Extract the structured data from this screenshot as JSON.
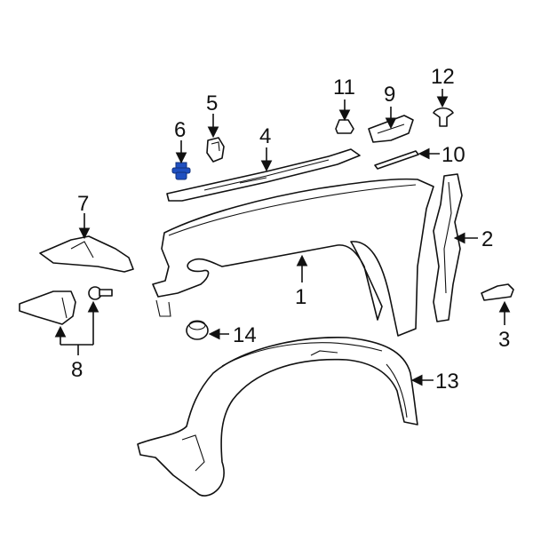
{
  "diagram": {
    "highlight_color": "#1f4fc0",
    "highlighted_part": "6",
    "callouts": [
      {
        "id": "1",
        "part": "fender"
      },
      {
        "id": "2",
        "part": "fender-side-bracket"
      },
      {
        "id": "3",
        "part": "clip"
      },
      {
        "id": "4",
        "part": "fender-upper-seal"
      },
      {
        "id": "5",
        "part": "cushion"
      },
      {
        "id": "6",
        "part": "fender-nut-highlighted"
      },
      {
        "id": "7",
        "part": "fender-front-bracket"
      },
      {
        "id": "8",
        "part": "splash-shield-and-bolt"
      },
      {
        "id": "9",
        "part": "fender-rear-seal"
      },
      {
        "id": "10",
        "part": "weatherstrip"
      },
      {
        "id": "11",
        "part": "retainer"
      },
      {
        "id": "12",
        "part": "push-clip"
      },
      {
        "id": "13",
        "part": "fender-liner"
      },
      {
        "id": "14",
        "part": "bumper-stop"
      }
    ]
  }
}
